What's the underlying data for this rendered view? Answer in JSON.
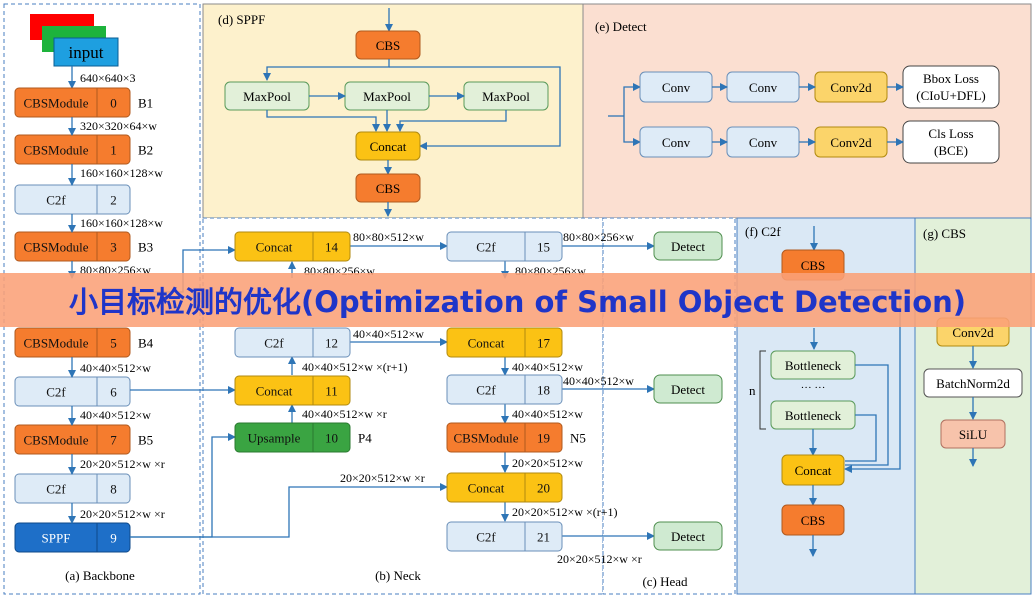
{
  "banner": "小目标检测的优化(Optimization of Small Object Detection)",
  "sections": {
    "backbone": "(a) Backbone",
    "neck": "(b) Neck",
    "head": "(c) Head",
    "sppf": "(d) SPPF",
    "detect": "(e) Detect",
    "c2f": "(f) C2f",
    "cbs": "(g) CBS"
  },
  "colors": {
    "orange": "#f57c2e",
    "yellow": "#fbc214",
    "light_blue": "#deebf7",
    "green": "#3aa442",
    "light_green": "#cfead1",
    "blue": "#1e6fc8",
    "pale_green": "#e2f0d9",
    "salmon": "#f7c3ab",
    "sppf_bg": "#fdf1cc",
    "detect_bg": "#fbdfd1",
    "c2f_bg": "#dae8f5",
    "cbs_bg": "#e2f0d9",
    "arrow": "#2e75b6"
  },
  "backbone": {
    "input": "input",
    "dim0": "640×640×3",
    "blocks": [
      {
        "label": "CBSModule",
        "index": "0",
        "tag": "B1"
      },
      {
        "label": "CBSModule",
        "index": "1",
        "tag": "B2"
      },
      {
        "label": "C2f",
        "index": "2",
        "tag": ""
      },
      {
        "label": "CBSModule",
        "index": "3",
        "tag": "B3"
      },
      {
        "label": "CBSModule",
        "index": "5",
        "tag": "B4"
      },
      {
        "label": "C2f",
        "index": "6",
        "tag": ""
      },
      {
        "label": "CBSModule",
        "index": "7",
        "tag": "B5"
      },
      {
        "label": "C2f",
        "index": "8",
        "tag": ""
      },
      {
        "label": "SPPF",
        "index": "9",
        "tag": ""
      }
    ],
    "dims": [
      "320×320×64×w",
      "160×160×128×w",
      "160×160×128×w",
      "80×80×256×w",
      "40×40×512×w",
      "40×40×512×w",
      "20×20×512×w ×r",
      "20×20×512×w ×r"
    ]
  },
  "sppf": {
    "cbs_top": "CBS",
    "maxpool": "MaxPool",
    "concat": "Concat",
    "cbs_bottom": "CBS"
  },
  "detect": {
    "conv": "Conv",
    "conv2d": "Conv2d",
    "bbox_loss": "Bbox Loss",
    "bbox_loss_sub": "(CIoU+DFL)",
    "cls_loss": "Cls Loss",
    "cls_loss_sub": "(BCE)"
  },
  "neck": {
    "n14": {
      "label": "Concat",
      "index": "14"
    },
    "n15": {
      "label": "C2f",
      "index": "15"
    },
    "n12": {
      "label": "C2f",
      "index": "12"
    },
    "n17": {
      "label": "Concat",
      "index": "17"
    },
    "n11": {
      "label": "Concat",
      "index": "11"
    },
    "n18": {
      "label": "C2f",
      "index": "18"
    },
    "n10": {
      "label": "Upsample",
      "index": "10",
      "tag": "P4"
    },
    "n19": {
      "label": "CBSModule",
      "index": "19",
      "tag": "N5"
    },
    "n20": {
      "label": "Concat",
      "index": "20"
    },
    "n21": {
      "label": "C2f",
      "index": "21"
    },
    "d_14_15": "80×80×512×w",
    "d_15_det": "80×80×256×w",
    "d_below14": "80×80×256×w",
    "d_below15": "80×80×256×w",
    "d_12_17": "40×40×512×w",
    "d_12_11": "40×40×512×w ×(r+1)",
    "d_17_18": "40×40×512×w",
    "d_18_det": "40×40×512×w",
    "d_11_10": "40×40×512×w ×r",
    "d_18_19": "40×40×512×w",
    "d_19_20": "20×20×512×w",
    "d_spp_20": "20×20×512×w ×r",
    "d_20_21": "20×20×512×w ×(r+1)",
    "d_21_det": "20×20×512×w ×r"
  },
  "head": {
    "detect": "Detect"
  },
  "c2f": {
    "cbs": "CBS",
    "bottleneck": "Bottleneck",
    "dots": "··· ···",
    "n": "n",
    "concat": "Concat"
  },
  "cbs": {
    "conv2d": "Conv2d",
    "batchnorm": "BatchNorm2d",
    "silu": "SiLU"
  }
}
